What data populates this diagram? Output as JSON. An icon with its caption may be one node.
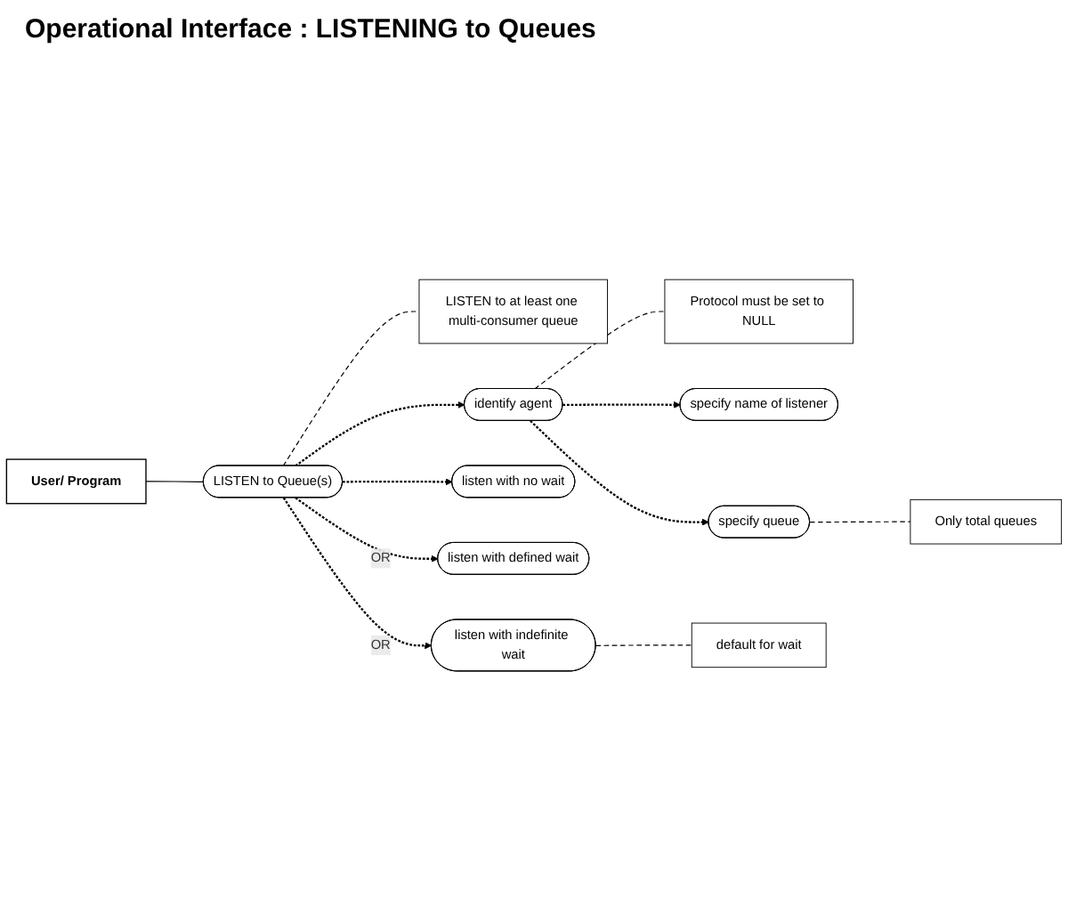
{
  "diagram": {
    "title": "Operational Interface : LISTENING to Queues",
    "nodes": [
      {
        "text": [
          "User/ Program"
        ]
      },
      {
        "text": [
          "LISTEN to Queue(s)"
        ]
      },
      {
        "text": [
          "LISTEN to at least one multi-consumer queue"
        ]
      },
      {
        "text": [
          "identify agent"
        ]
      },
      {
        "text": [
          "Protocol must be set to NULL"
        ]
      },
      {
        "text": [
          "specify name of listener"
        ]
      },
      {
        "text": [
          "specify queue"
        ]
      },
      {
        "text": [
          "Only total queues"
        ]
      },
      {
        "text": [
          "listen with no wait"
        ]
      },
      {
        "text": [
          "listen with defined wait"
        ]
      },
      {
        "text": [
          "listen with indefinite wait"
        ]
      },
      {
        "text": [
          "default for wait"
        ]
      }
    ],
    "edges": [
      {
        "from": 0,
        "to": 1,
        "arrow": "none"
      },
      {
        "from": 1,
        "to": 2,
        "arrow": "none",
        "style": "dashed"
      },
      {
        "from": 1,
        "to": 3,
        "arrow": "to",
        "style": "dashed"
      },
      {
        "from": 3,
        "to": 4,
        "arrow": "none",
        "style": "dashed"
      },
      {
        "from": 3,
        "to": 5,
        "arrow": "to",
        "style": "dashed"
      },
      {
        "from": 3,
        "to": 6,
        "arrow": "to",
        "style": "dashed"
      },
      {
        "from": 6,
        "to": 7,
        "arrow": "none",
        "style": "dashed"
      },
      {
        "from": 1,
        "to": 8,
        "arrow": "to",
        "style": "dashed"
      },
      {
        "from": 1,
        "to": 9,
        "arrow": "to",
        "style": "dashed",
        "label": "OR"
      },
      {
        "from": 1,
        "to": 10,
        "arrow": "to",
        "style": "dashed",
        "label": "OR"
      },
      {
        "from": 10,
        "to": 11,
        "arrow": "none",
        "style": "dashed"
      }
    ]
  }
}
